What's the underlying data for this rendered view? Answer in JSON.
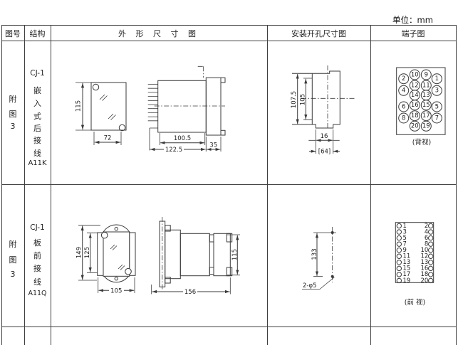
{
  "unit_label": "单位：mm",
  "headers": {
    "figure_no": "图号",
    "structure": "结构",
    "outline": "外 形 尺 寸 图",
    "install": "安装开孔尺寸图",
    "terminal": "端子图"
  },
  "row1": {
    "figure_no_lines": [
      "附",
      "图",
      "3"
    ],
    "structure_lines": [
      "CJ-1",
      "嵌",
      "入",
      "式",
      "后",
      "接",
      "线",
      "A11K"
    ],
    "front_view": {
      "height": "115",
      "width": "72"
    },
    "side_view": {
      "body_depth": "100.5",
      "total_depth": "122.5",
      "flange_depth": "35"
    },
    "install": {
      "outer_height": "107.5",
      "inner_height": "105",
      "slot_width": "16",
      "bracket_width": "[64]"
    },
    "terminal": {
      "view_label": "(背视)",
      "rows": [
        [
          "2",
          "10",
          "9",
          "1"
        ],
        [
          "4",
          "12",
          "11",
          "3"
        ],
        [
          "",
          "14",
          "13",
          ""
        ],
        [
          "6",
          "16",
          "15",
          "5"
        ],
        [
          "8",
          "18",
          "17",
          "7"
        ],
        [
          "",
          "20",
          "19",
          ""
        ]
      ]
    }
  },
  "row2": {
    "figure_no_lines": [
      "附",
      "图",
      "3"
    ],
    "structure_lines": [
      "CJ-1",
      "板",
      "前",
      "接",
      "线",
      "A11Q"
    ],
    "front_view": {
      "outer_height": "149",
      "inner_height": "125",
      "width": "105"
    },
    "side_view": {
      "depth": "156",
      "height": "115"
    },
    "install": {
      "hole_spacing": "133",
      "hole_label": "2-φ5"
    },
    "terminal": {
      "view_label": "(前 视)",
      "pairs": [
        [
          "1",
          "2"
        ],
        [
          "3",
          "4"
        ],
        [
          "5",
          "6"
        ],
        [
          "7",
          "8"
        ],
        [
          "9",
          "10"
        ],
        [
          "11",
          "12"
        ],
        [
          "13",
          "13"
        ],
        [
          "15",
          "16"
        ],
        [
          "17",
          "18"
        ],
        [
          "19",
          "20"
        ]
      ]
    }
  }
}
